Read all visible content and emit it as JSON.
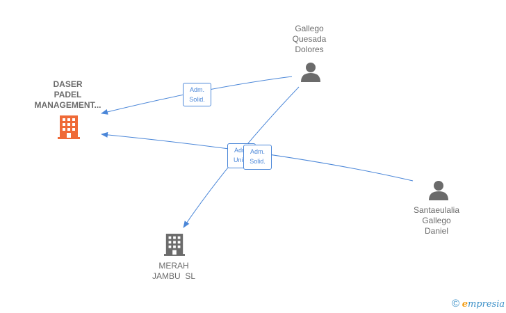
{
  "nodes": {
    "daser": {
      "lines": [
        "DASER",
        "PADEL",
        "MANAGEMENT..."
      ],
      "type": "company",
      "color": "#ef6a37"
    },
    "merah": {
      "lines": [
        "MERAH",
        "JAMBU  SL"
      ],
      "type": "company",
      "color": "#6b6b6b"
    },
    "gallego_quesada": {
      "lines": [
        "Gallego",
        "Quesada",
        "Dolores"
      ],
      "type": "person",
      "color": "#6b6b6b"
    },
    "santaeulalia": {
      "lines": [
        "Santaeulalia",
        "Gallego",
        "Daniel"
      ],
      "type": "person",
      "color": "#6b6b6b"
    }
  },
  "edges": [
    {
      "from": "gallego_quesada",
      "to": "daser",
      "label": [
        "Adm.",
        "Solid."
      ]
    },
    {
      "from": "santaeulalia",
      "to": "daser",
      "label": [
        "Adm.",
        "Solid."
      ]
    },
    {
      "from": "gallego_quesada",
      "to": "merah",
      "label": [
        "Adm.",
        "Unico"
      ]
    }
  ],
  "edge_color": "#4a86d8",
  "watermark": {
    "symbol": "©",
    "brand_initial": "e",
    "brand_rest": "mpresia"
  }
}
